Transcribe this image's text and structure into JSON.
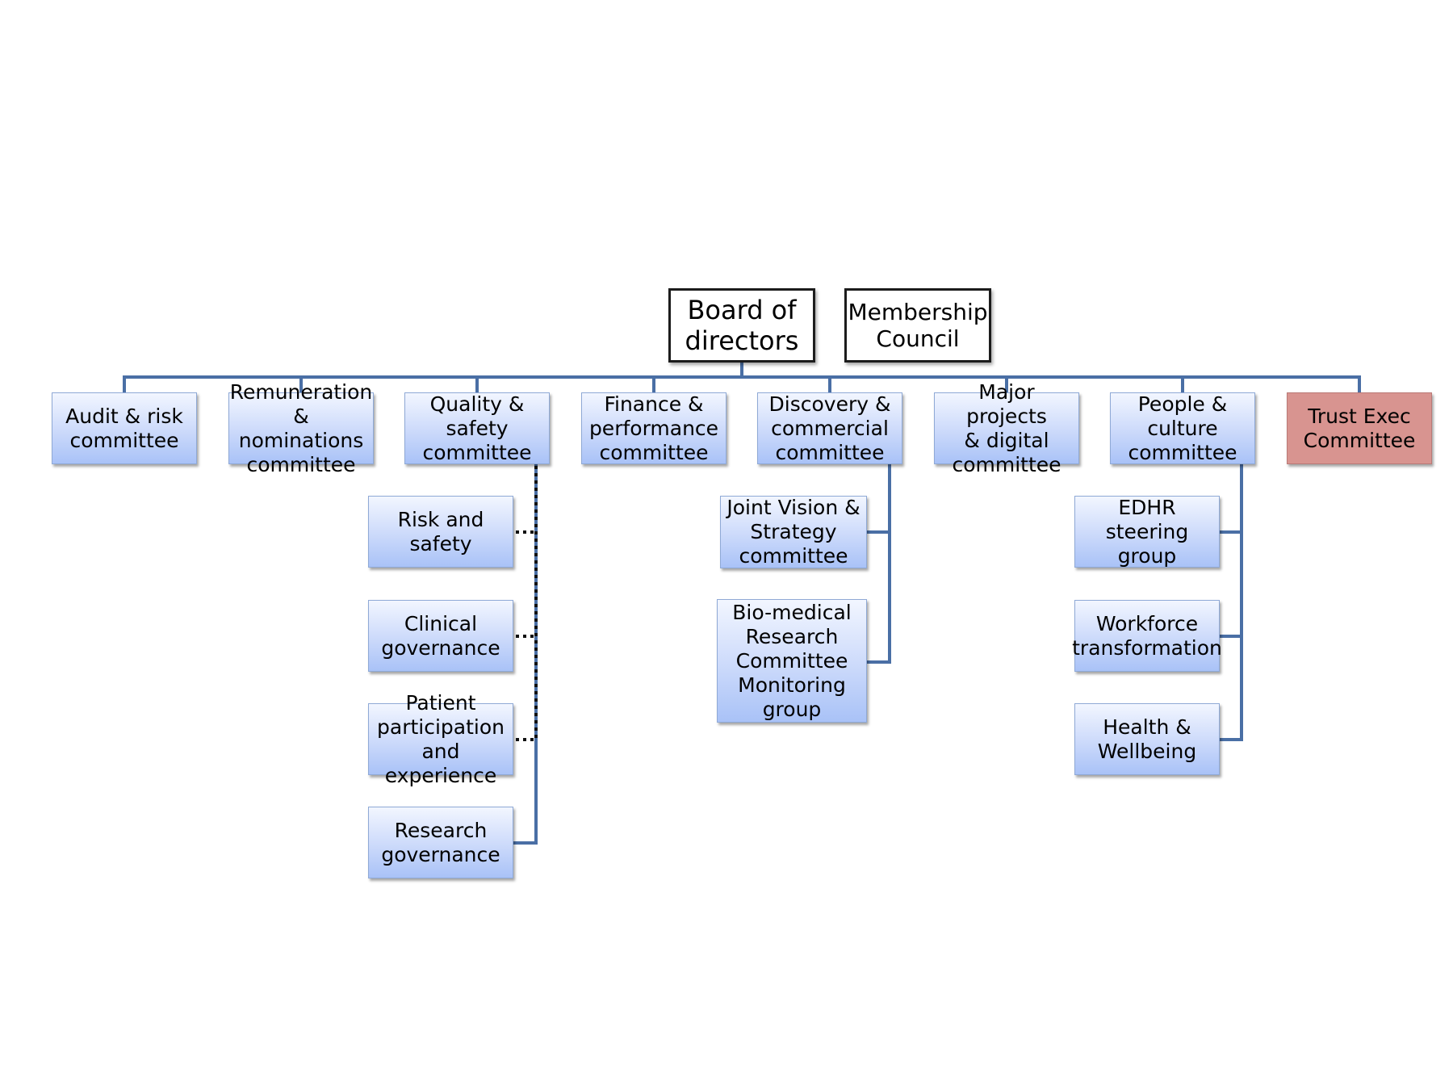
{
  "colors": {
    "connector": "#4a6fa5",
    "box_gradient_top": "#f2f6ff",
    "box_gradient_bottom": "#a9c2f7",
    "exec_box": "#d89490"
  },
  "top": {
    "board": "Board of\ndirectors",
    "membership": "Membership\nCouncil"
  },
  "committees": [
    "Audit & risk\ncommittee",
    "Remuneration\n& nominations\ncommittee",
    "Quality &\nsafety\ncommittee",
    "Finance &\nperformance\ncommittee",
    "Discovery &\ncommercial\ncommittee",
    "Major projects\n& digital\ncommittee",
    "People &\nculture\ncommittee",
    "Trust Exec\nCommittee"
  ],
  "quality_subgroups": [
    "Risk and safety",
    "Clinical\ngovernance",
    "Patient\nparticipation\nand experience",
    "Research\ngovernance"
  ],
  "discovery_subgroups": [
    "Joint Vision &\nStrategy\ncommittee",
    "Bio-medical\nResearch\nCommittee\nMonitoring\ngroup"
  ],
  "people_subgroups": [
    "EDHR steering\ngroup",
    "Workforce\ntransformation",
    "Health &\nWellbeing"
  ]
}
